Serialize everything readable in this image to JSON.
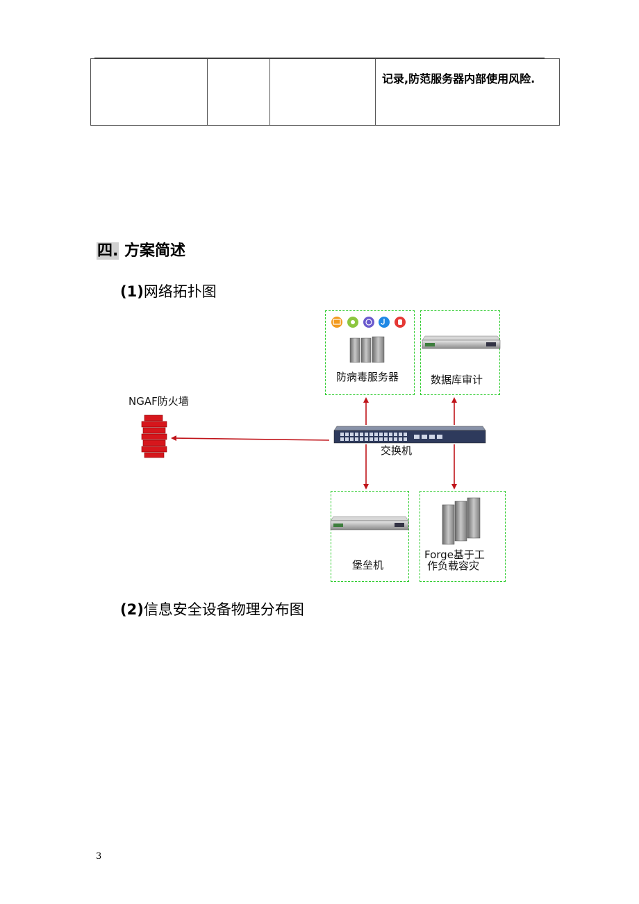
{
  "table": {
    "cell_text": "记录,防范服务器内部使用风险."
  },
  "section": {
    "number": "四.",
    "title": "方案简述"
  },
  "sub1": {
    "num": "(1)",
    "title": "网络拓扑图"
  },
  "sub2": {
    "num": "(2)",
    "title": "信息安全设备物理分布图"
  },
  "diagram": {
    "firewall": "NGAF防火墙",
    "antivirus": "防病毒服务器",
    "db_audit": "数据库审计",
    "switch": "交换机",
    "bastion": "堡垒机",
    "forge_line1": "Forge基于工",
    "forge_line2": "作负载容灾",
    "colors": {
      "arrow": "#c0141a",
      "box_border": "#2ecc2e",
      "firewall_brick": "#d6161c"
    }
  },
  "page_number": "3"
}
